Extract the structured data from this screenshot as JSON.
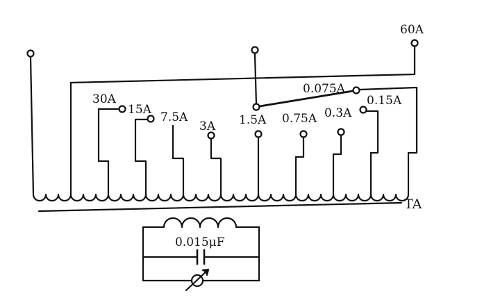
{
  "tap_labels": {
    "a60": "60A",
    "a30": "30A",
    "a15": "15A",
    "a7_5": "7.5A",
    "a3": "3A",
    "a1_5": "1.5A",
    "a0_75": "0.75A",
    "a0_3": "0.3A",
    "a0_15": "0.15A",
    "a0_075": "0.075A"
  },
  "transformer_label": "TA",
  "capacitor_label": "0.015μF",
  "colors": {
    "line": "#111111",
    "background": "#ffffff"
  }
}
